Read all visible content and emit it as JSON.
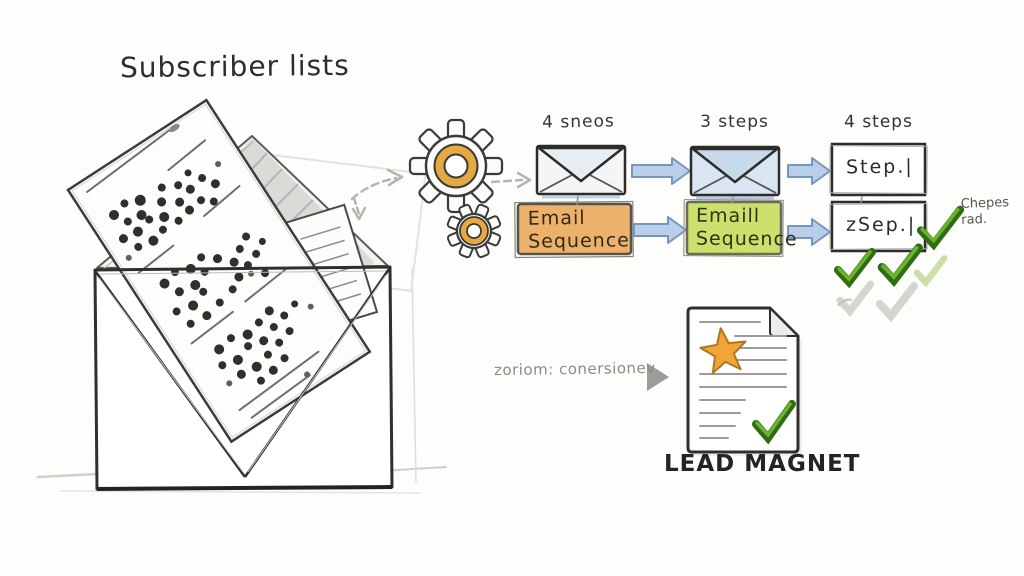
{
  "title": "Subscriber lists",
  "flow": {
    "stage_labels": [
      "4 sneos",
      "3 steps",
      "4 steps"
    ],
    "step_box_1": "Step.|",
    "step_box_2": "zSep.|",
    "sequence_box_1": {
      "line1": "Email",
      "line2": "Sequence"
    },
    "sequence_box_2": {
      "line1": "Emaill",
      "line2": "Sequence"
    },
    "side_note": {
      "line1": "Chepes",
      "line2": "rad."
    }
  },
  "annotation": {
    "text": "zoriom: conersionev"
  },
  "lead_magnet": {
    "label": "LEAD MAGNET"
  },
  "colors": {
    "c-ink": "#2d2d2d",
    "c-pencil": "#8f8f8c",
    "c-orange": "#ecb26b",
    "c-gear-orange": "#e5a844",
    "c-star": "#f0a43a",
    "c-green-box": "#cde06e",
    "c-blue-fill": "#b9cfe9",
    "c-blue-stroke": "#7695bf",
    "c-env-blue": "#d9e6f2",
    "c-check-dark": "#2f6d12",
    "c-check-mid": "#6cb32f",
    "c-check-faded-green": "#ccdfa9",
    "c-check-faded-grey": "#d2d6cf"
  },
  "icons": {
    "gears": "gear-icon",
    "open_envelope": "open-envelope-icon",
    "subscriber_sheet": "dotted-list-sheet-icon",
    "lined_sheet": "lined-sheet-icon",
    "flow_envelope": "envelope-icon",
    "flow_arrow": "block-arrow-icon",
    "dashed_arrow": "dashed-arrow-icon",
    "checkmark": "check-icon",
    "lead_magnet_doc": "document-icon",
    "star": "star-icon",
    "pointer": "triangle-pointer-icon"
  }
}
